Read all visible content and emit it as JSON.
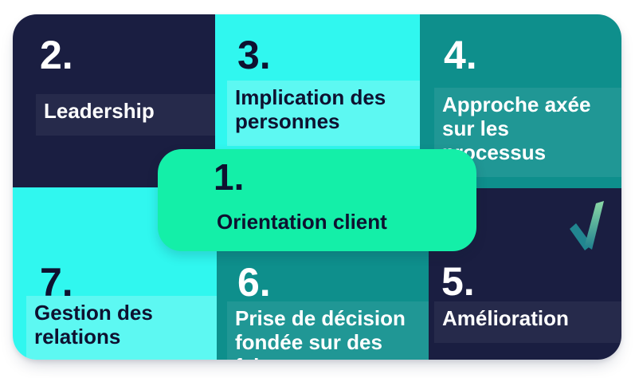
{
  "figure": {
    "center": {
      "number": "1.",
      "label": "Orientation client"
    },
    "cells": [
      {
        "number": "2.",
        "label": "Leadership"
      },
      {
        "number": "3.",
        "label": "Implication des\npersonnes"
      },
      {
        "number": "4.",
        "label": "Approche axée\nsur les processus"
      },
      {
        "number": "5.",
        "label": "Amélioration"
      },
      {
        "number": "6.",
        "label": "Prise de décision\nfondée sur des faits"
      },
      {
        "number": "7.",
        "label": "Gestion des\nrelations"
      }
    ]
  },
  "colors": {
    "navy": "#1a1e41",
    "cyan": "#30f7ef",
    "teal": "#0e8f8c",
    "green": "#14efa8",
    "text_dark": "#0e1130",
    "text_light": "#ffffff",
    "check_teal": "#218690",
    "check_green": "#8bd9a6"
  }
}
